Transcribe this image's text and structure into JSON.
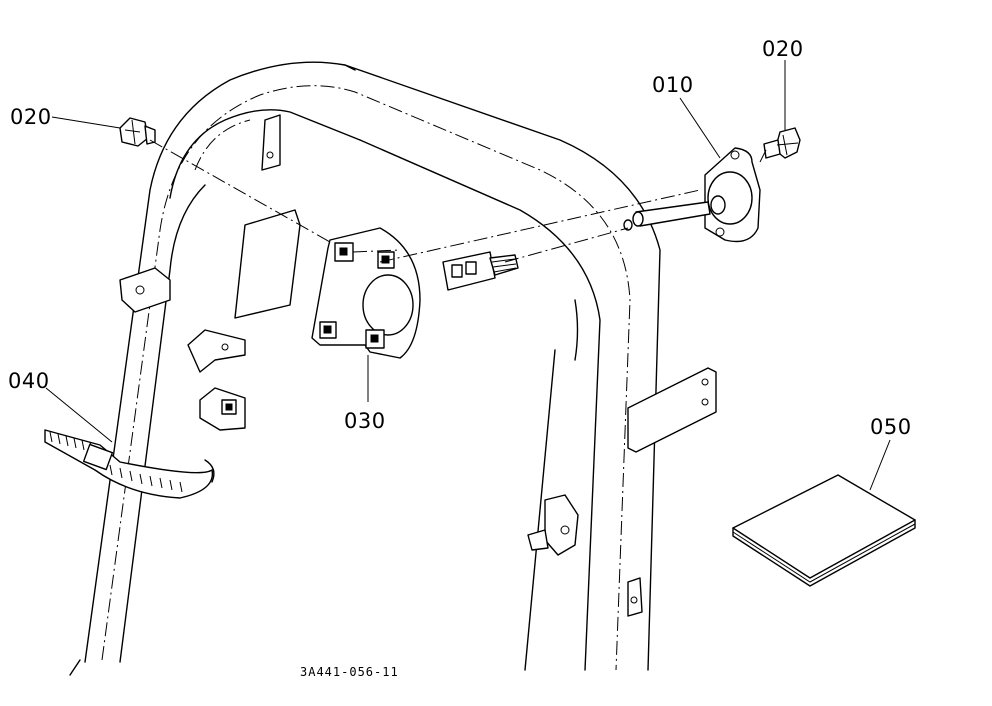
{
  "labels": {
    "p010": "010",
    "p020_left": "020",
    "p020_right": "020",
    "p030": "030",
    "p040": "040",
    "p050": "050"
  },
  "drawing_ref": "3A441-056-11"
}
